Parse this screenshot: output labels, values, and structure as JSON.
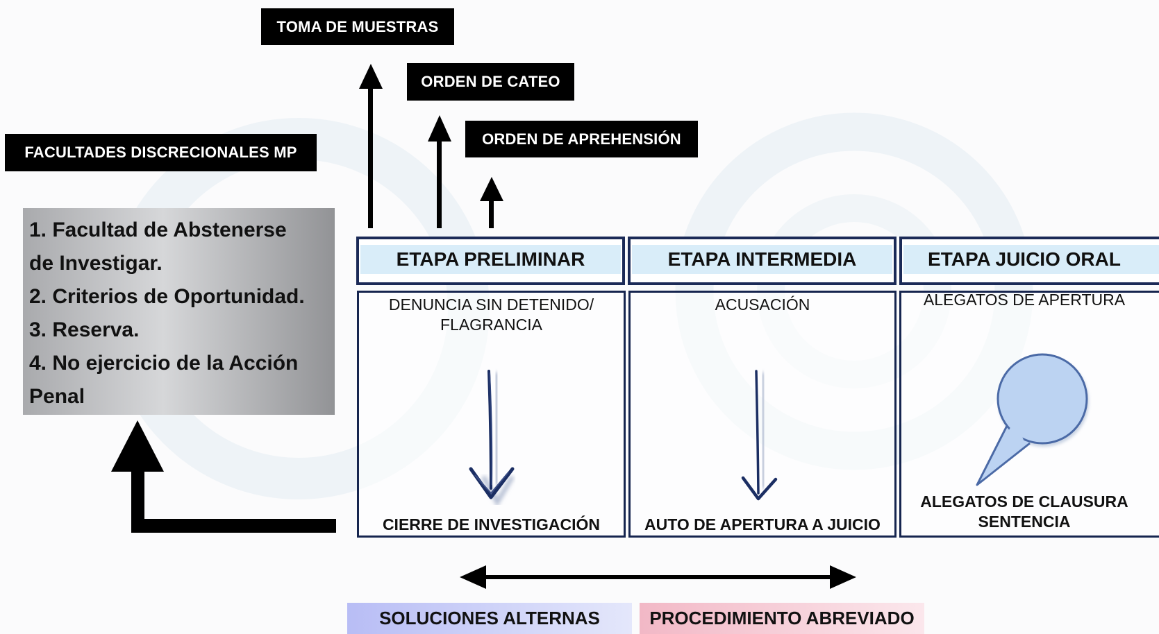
{
  "top_labels": {
    "toma": "TOMA DE MUESTRAS",
    "cateo": "ORDEN DE CATEO",
    "aprehension": "ORDEN DE APREHENSIÓN",
    "facultades": "FACULTADES DISCRECIONALES MP"
  },
  "discretion_items": [
    "1. Facultad de Abstenerse",
    "de Investigar.",
    "2. Criterios de Oportunidad.",
    "3. Reserva.",
    "4. No ejercicio de la Acción",
    "Penal"
  ],
  "stages": [
    {
      "title": "ETAPA PRELIMINAR",
      "top_lines": [
        "DENUNCIA SIN DETENIDO/",
        "FLAGRANCIA"
      ],
      "bottom_lines": [
        "CIERRE DE INVESTIGACIÓN"
      ]
    },
    {
      "title": "ETAPA INTERMEDIA",
      "top_lines": [
        "ACUSACIÓN"
      ],
      "bottom_lines": [
        "AUTO DE APERTURA A JUICIO"
      ]
    },
    {
      "title": "ETAPA JUICIO ORAL",
      "top_lines": [
        "ALEGATOS DE APERTURA"
      ],
      "bottom_lines": [
        "ALEGATOS DE CLAUSURA",
        "SENTENCIA"
      ]
    }
  ],
  "bottom_labels": {
    "soluciones": "SOLUCIONES ALTERNAS",
    "abreviado": "PROCEDIMIENTO ABREVIADO"
  },
  "colors": {
    "stage_header_fill": "#d9edf9",
    "stage_border": "#16254f",
    "soluciones_gradient": [
      "#b8bdf5",
      "#e4e7fb"
    ],
    "abreviado_gradient": [
      "#f2b8c6",
      "#fbe7ec"
    ],
    "balloon_fill": "#bcd3f2"
  },
  "icons": [
    "hand-drawn-down-arrow-icon",
    "map-pin-balloon-icon"
  ]
}
